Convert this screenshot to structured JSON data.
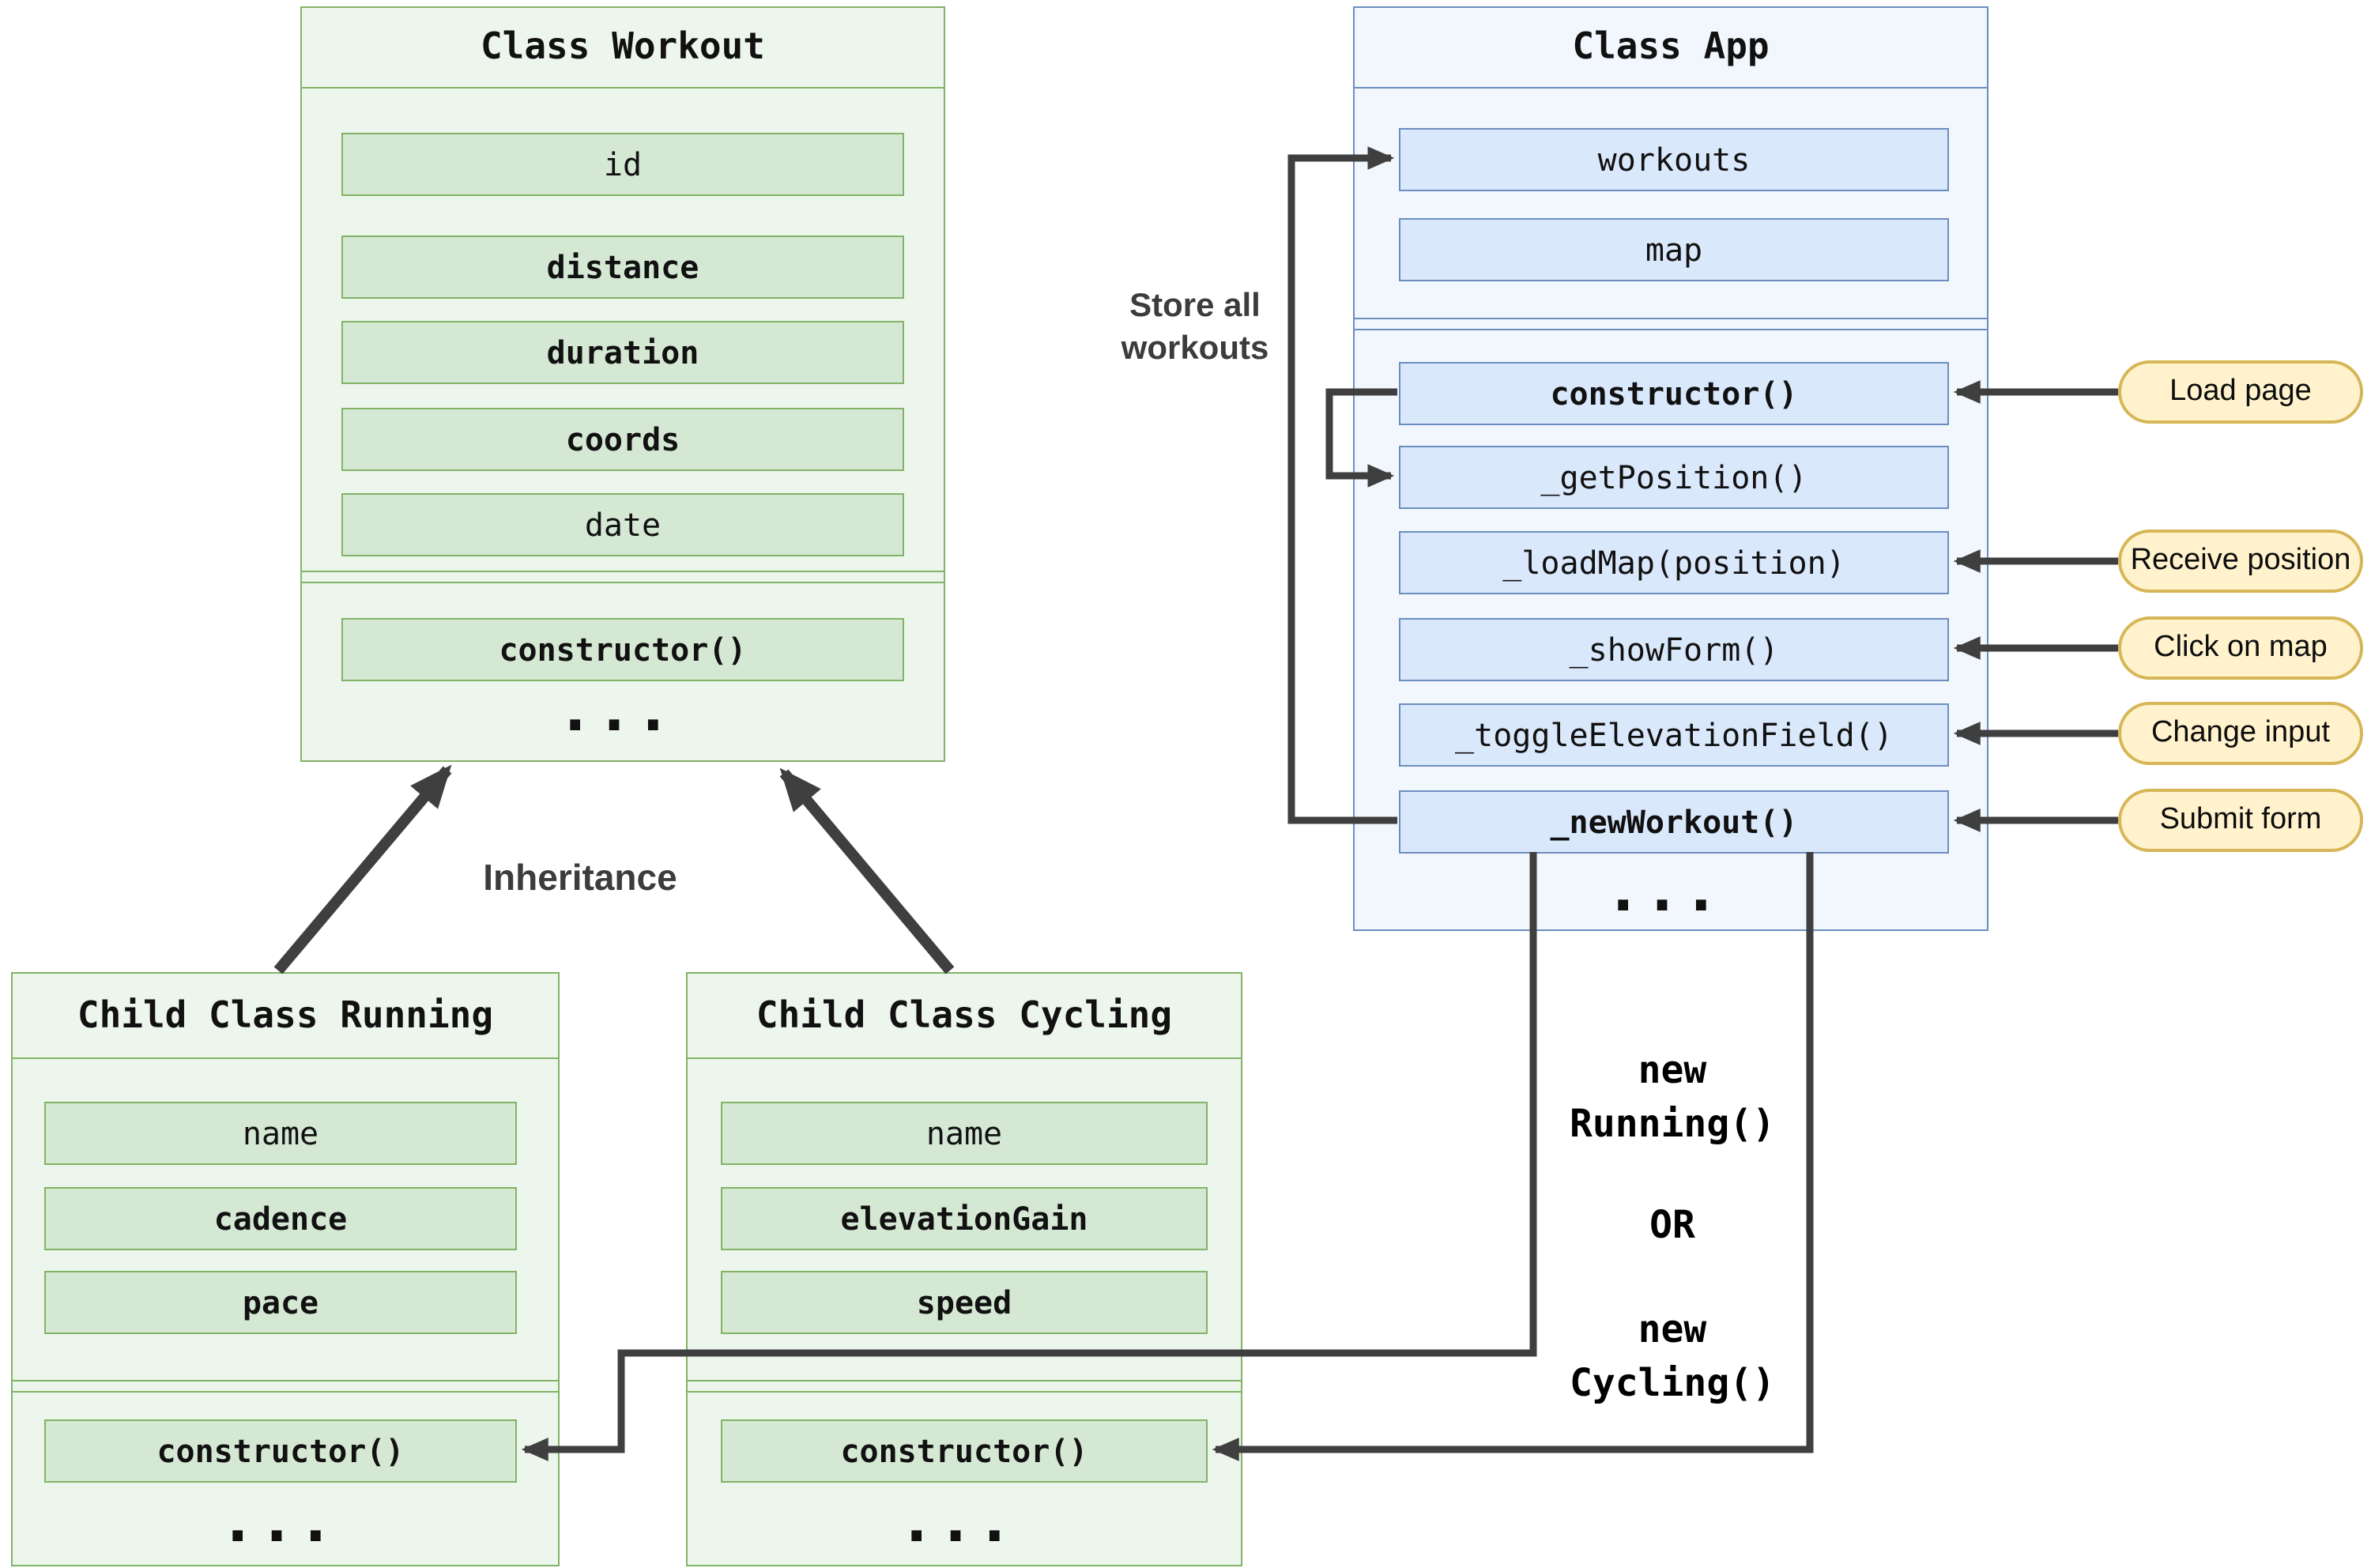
{
  "workout": {
    "title": "Class Workout",
    "fields": [
      {
        "label": "id",
        "bold": false
      },
      {
        "label": "distance",
        "bold": true
      },
      {
        "label": "duration",
        "bold": true
      },
      {
        "label": "coords",
        "bold": true
      },
      {
        "label": "date",
        "bold": false
      }
    ],
    "methods": [
      {
        "label": "constructor()",
        "bold": true
      }
    ],
    "ellipsis": "..."
  },
  "app": {
    "title": "Class App",
    "fields": [
      {
        "label": "workouts",
        "bold": false
      },
      {
        "label": "map",
        "bold": false
      }
    ],
    "methods": [
      {
        "label": "constructor()",
        "bold": true
      },
      {
        "label": "_getPosition()",
        "bold": false
      },
      {
        "label": "_loadMap(position)",
        "bold": false
      },
      {
        "label": "_showForm()",
        "bold": false
      },
      {
        "label": "_toggleElevationField()",
        "bold": false
      },
      {
        "label": "_newWorkout()",
        "bold": true
      }
    ],
    "ellipsis": "..."
  },
  "running": {
    "title": "Child Class Running",
    "fields": [
      {
        "label": "name",
        "bold": false
      },
      {
        "label": "cadence",
        "bold": true
      },
      {
        "label": "pace",
        "bold": true
      }
    ],
    "methods": [
      {
        "label": "constructor()",
        "bold": true
      }
    ],
    "ellipsis": "..."
  },
  "cycling": {
    "title": "Child Class Cycling",
    "fields": [
      {
        "label": "name",
        "bold": false
      },
      {
        "label": "elevationGain",
        "bold": true
      },
      {
        "label": "speed",
        "bold": true
      }
    ],
    "methods": [
      {
        "label": "constructor()",
        "bold": true
      }
    ],
    "ellipsis": "..."
  },
  "events": [
    {
      "label": "Load page"
    },
    {
      "label": "Receive position"
    },
    {
      "label": "Click on map"
    },
    {
      "label": "Change input"
    },
    {
      "label": "Submit form"
    }
  ],
  "annotations": {
    "store_workouts": "Store all\nworkouts",
    "inheritance": "Inheritance",
    "instantiation": {
      "first": "new\nRunning()",
      "or": "OR",
      "second": "new\nCycling()"
    }
  },
  "colors": {
    "green_border": "#82B366",
    "green_fill": "#D5E8D4",
    "green_bg": "#EDF6EC",
    "blue_border": "#6C8EBF",
    "blue_fill": "#DAE8FC",
    "blue_bg": "#F2F7FD",
    "pill_fill": "#FFF2CC",
    "pill_border": "#D6B656",
    "arrow": "#3F3F3F"
  }
}
